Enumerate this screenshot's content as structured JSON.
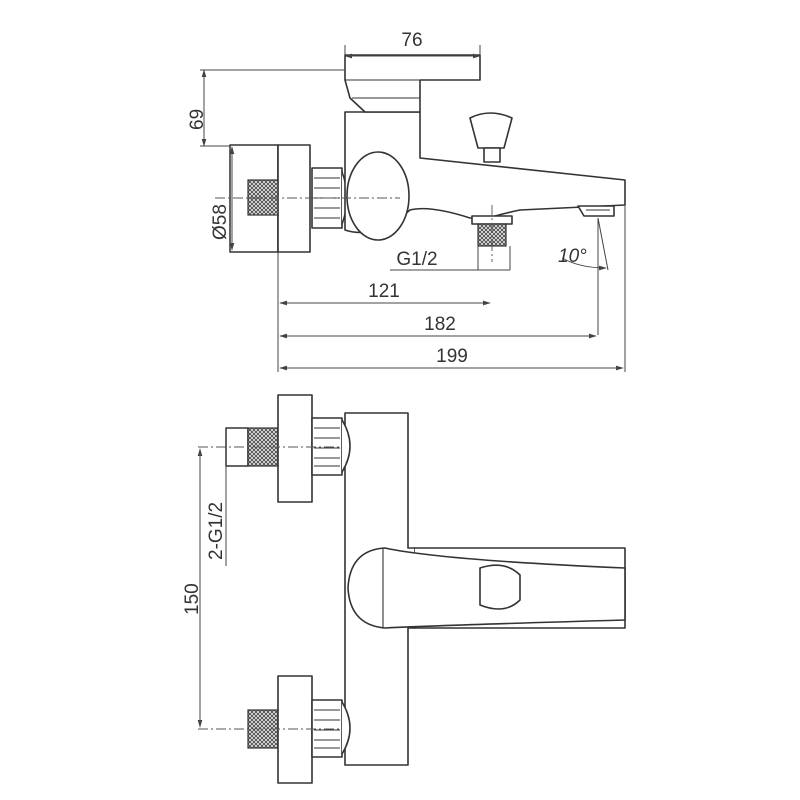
{
  "drawing": {
    "side_view": {
      "width_top": "76",
      "height": "69",
      "diameter": "Ø58",
      "thread": "G1/2",
      "angle": "10°",
      "len_121": "121",
      "len_182": "182",
      "len_199": "199"
    },
    "top_view": {
      "center_distance": "150",
      "inlet_thread": "2-G1/2"
    }
  }
}
